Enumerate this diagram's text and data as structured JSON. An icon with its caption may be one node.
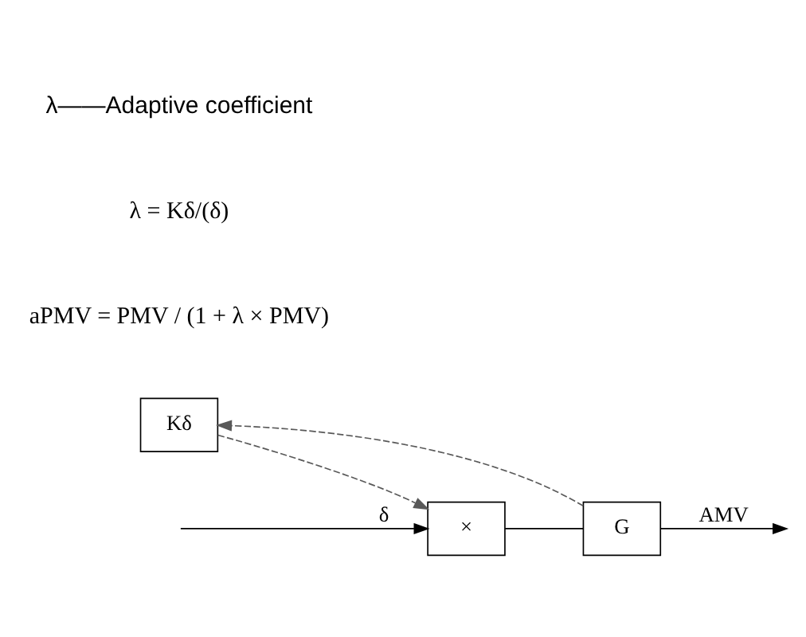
{
  "diagram": {
    "nodes": [
      {
        "text": [
          "×"
        ]
      },
      {
        "text": [
          "G"
        ]
      },
      {
        "text": [
          "Kδ"
        ]
      }
    ],
    "edges": [
      {
        "from": null,
        "to": 0,
        "arrow": "to",
        "label": "δ"
      },
      {
        "from": 0,
        "to": 1,
        "arrow": "none"
      },
      {
        "from": 1,
        "to": null,
        "arrow": "to",
        "label": "AMV"
      },
      {
        "from": 1,
        "to": 2,
        "arrow": "to",
        "style": "dashed",
        "color": "#595959"
      },
      {
        "from": 2,
        "to": 0,
        "arrow": "to",
        "style": "dashed",
        "color": "#595959"
      }
    ],
    "labels": [
      "aPMV = PMV / (1 + λ × PMV)",
      "λ = Kδ/(δ)",
      "λ——Adaptive coefficient"
    ]
  }
}
